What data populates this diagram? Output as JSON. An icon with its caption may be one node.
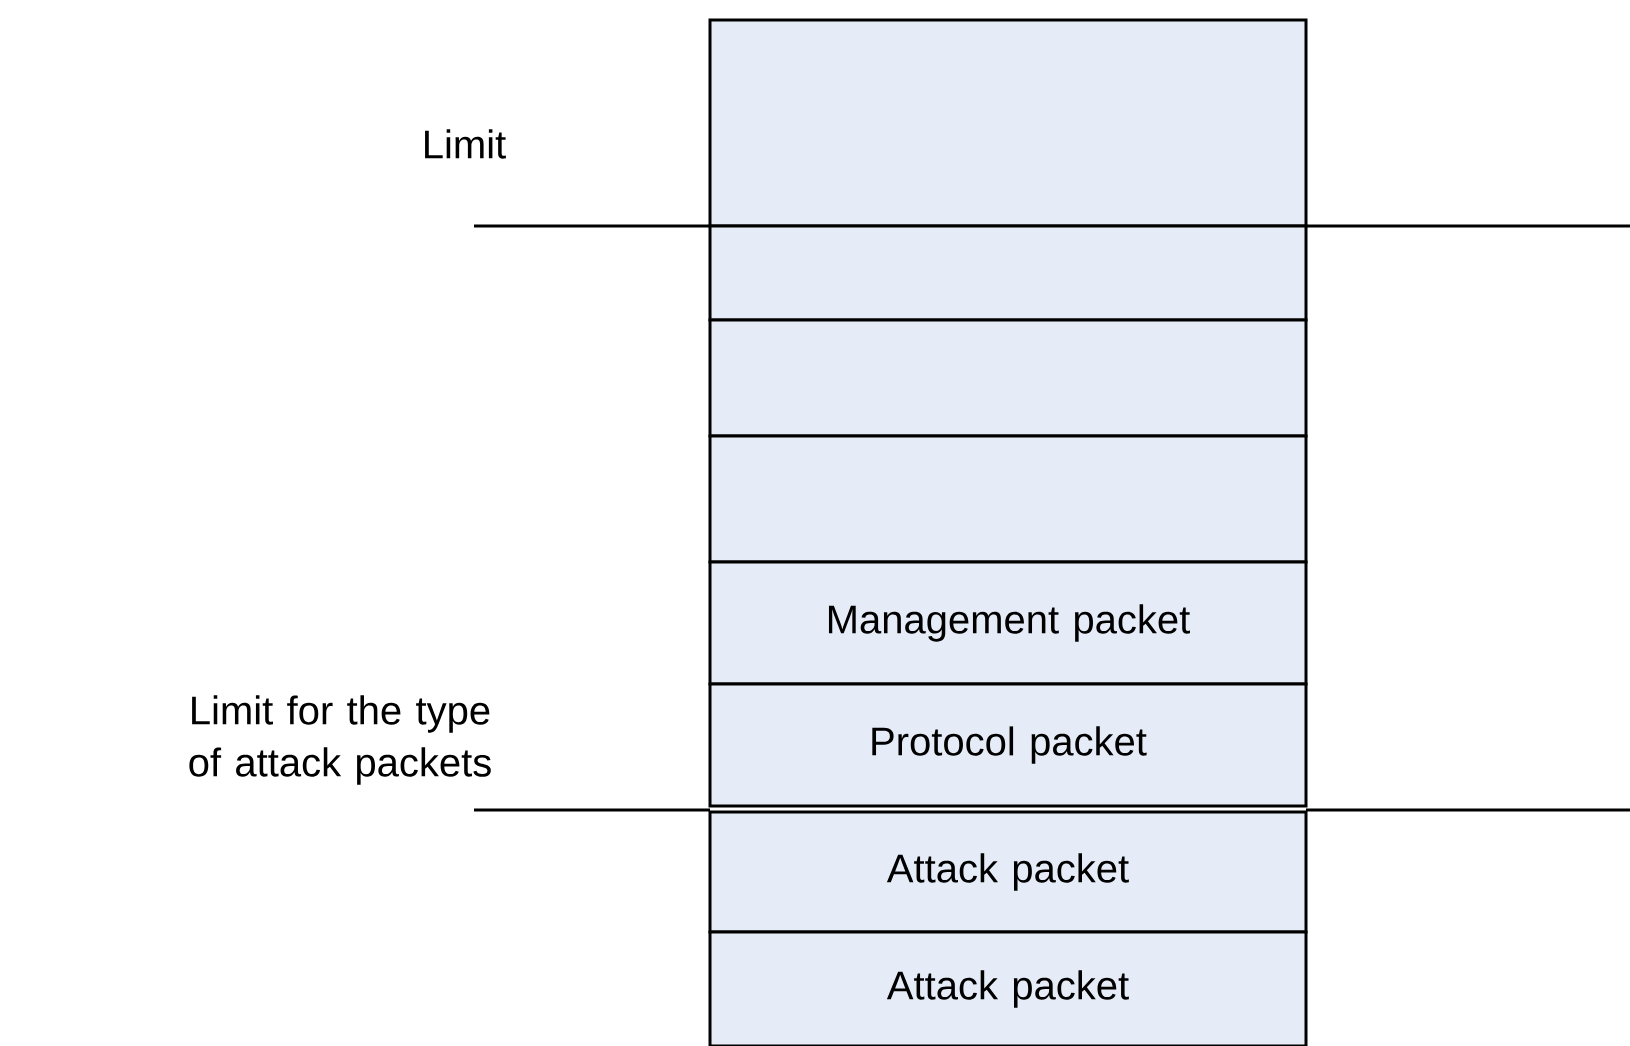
{
  "diagram": {
    "nodes": [
      {
        "text": [],
        "shape": "box"
      },
      {
        "text": [],
        "shape": "box"
      },
      {
        "text": [],
        "shape": "box"
      },
      {
        "text": [],
        "shape": "box"
      },
      {
        "text": [
          "Management packet"
        ]
      },
      {
        "text": [
          "Protocol packet"
        ]
      },
      {
        "text": [
          "Attack packet"
        ]
      },
      {
        "text": [
          "Attack packet"
        ]
      }
    ],
    "labels": [
      "Limit",
      "Limit for the type of attack packets"
    ]
  }
}
